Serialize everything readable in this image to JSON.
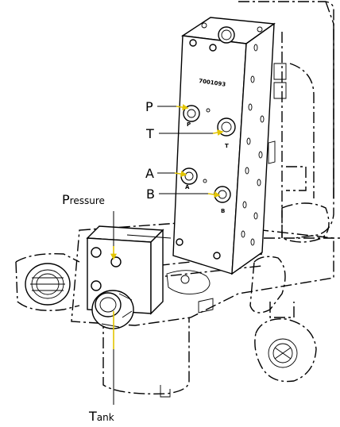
{
  "part_number": "7001093",
  "block_marks": {
    "p": "P",
    "t": "T",
    "a": "A",
    "b": "B"
  },
  "labels": {
    "p": "P",
    "t": "T",
    "a": "A",
    "b": "B",
    "pressure_cap": "P",
    "pressure_rest": "ressure",
    "tank_cap": "T",
    "tank_rest": "ank"
  },
  "colors": {
    "callout_arrow": "#e2c400",
    "line": "#000000",
    "background": "#ffffff"
  }
}
